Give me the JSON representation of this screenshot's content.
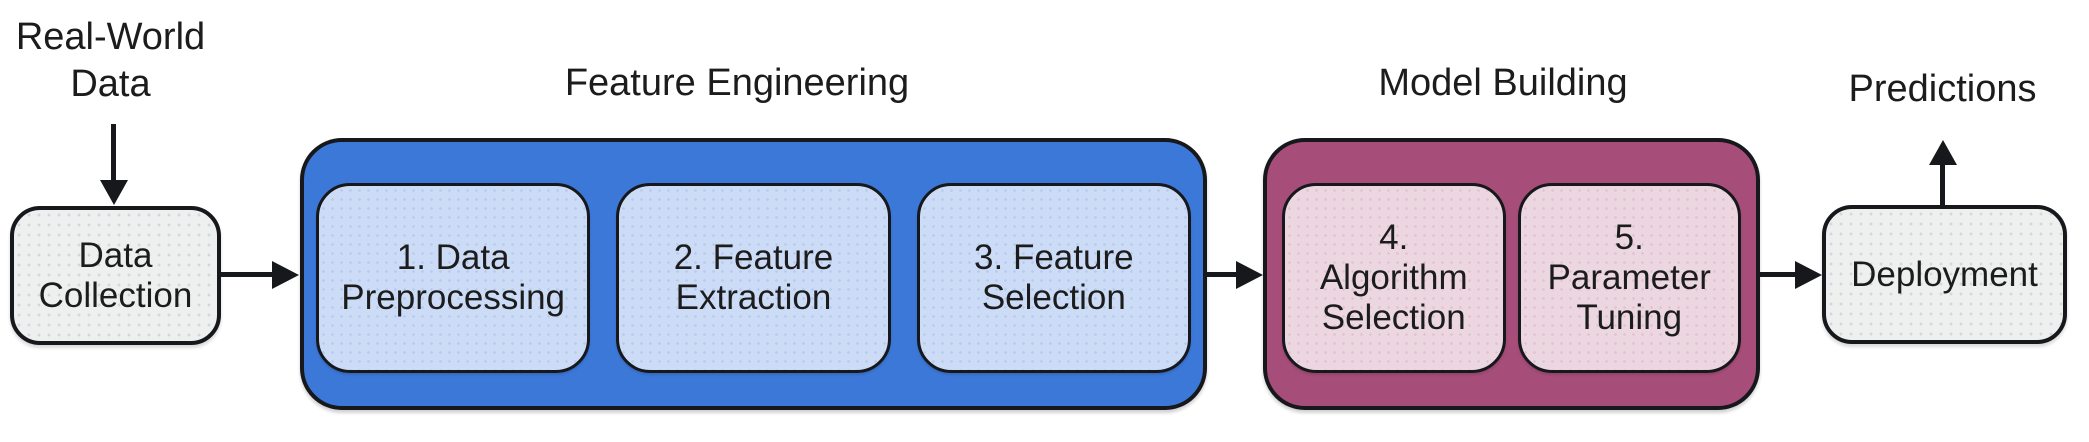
{
  "colors": {
    "feature_engineering_fill": "#3c78d8",
    "feature_engineering_item_fill": "#ccdcf7",
    "model_building_fill": "#a64d79",
    "model_building_item_fill": "#ecd7e1",
    "node_fill": "#eef0f0",
    "outline": "#16181c",
    "text": "#1c1c1c",
    "background": "#ffffff"
  },
  "input_label": "Real-World\nData",
  "output_label": "Predictions",
  "nodes": {
    "data_collection": "Data\nCollection",
    "deployment": "Deployment"
  },
  "groups": [
    {
      "title": "Feature Engineering",
      "items": [
        "1. Data\nPreprocessing",
        "2. Feature\nExtraction",
        "3. Feature\nSelection"
      ]
    },
    {
      "title": "Model Building",
      "items": [
        "4.\nAlgorithm\nSelection",
        "5.\nParameter\nTuning"
      ]
    }
  ]
}
